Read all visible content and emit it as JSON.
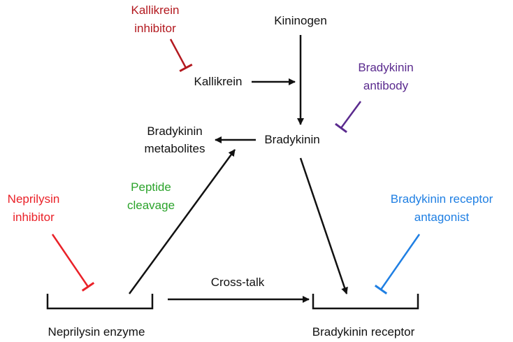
{
  "colors": {
    "black": "#111111",
    "kallikrein_inhibitor": "#b3191f",
    "bradykinin_antibody": "#5a2a8e",
    "neprilysin_inhibitor": "#ea2128",
    "peptide_cleavage": "#2ba32b",
    "receptor_antagonist": "#1f7fe3"
  },
  "nodes": {
    "kininogen": "Kininogen",
    "kallikrein": "Kallikrein",
    "bradykinin": "Bradykinin",
    "metabolites": [
      "Bradykinin",
      "metabolites"
    ],
    "neprilysin_enzyme": "Neprilysin enzyme",
    "bradykinin_receptor": "Bradykinin receptor"
  },
  "inhibitors": {
    "kallikrein_inhibitor": [
      "Kallikrein",
      "inhibitor"
    ],
    "bradykinin_antibody": [
      "Bradykinin",
      "antibody"
    ],
    "neprilysin_inhibitor": [
      "Neprilysin",
      "inhibitor"
    ],
    "receptor_antagonist": [
      "Bradykinin receptor",
      "antagonist"
    ]
  },
  "labels": {
    "peptide_cleavage": [
      "Peptide",
      "cleavage"
    ],
    "cross_talk": "Cross-talk"
  }
}
